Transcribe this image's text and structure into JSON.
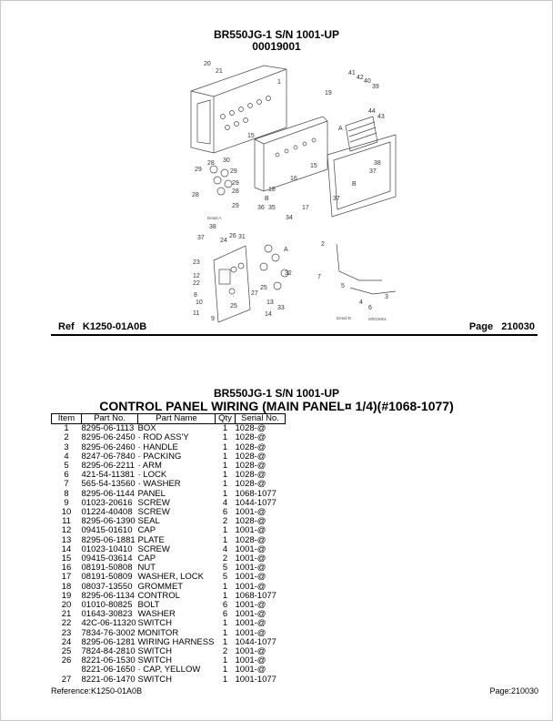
{
  "header": {
    "title": "BR550JG-1 S/N 1001-UP",
    "code": "00019001"
  },
  "diagram": {
    "callouts": [
      "1",
      "2",
      "3",
      "4",
      "5",
      "6",
      "7",
      "8",
      "9",
      "10",
      "11",
      "12",
      "13",
      "14",
      "15",
      "16",
      "17",
      "18",
      "19",
      "20",
      "21",
      "22",
      "23",
      "24",
      "25",
      "26",
      "27",
      "28",
      "29",
      "30",
      "31",
      "32",
      "33",
      "34",
      "35",
      "36",
      "37",
      "38",
      "39",
      "40",
      "41",
      "42",
      "43",
      "44",
      "A",
      "B"
    ],
    "detail_a": "Detail A",
    "detail_b": "Detail B",
    "figure_no": "00019001"
  },
  "footer_top": {
    "ref_label": "Ref",
    "ref_value": "K1250-01A0B",
    "page_label": "Page",
    "page_value": "210030"
  },
  "section": {
    "title": "BR550JG-1 S/N 1001-UP",
    "subtitle": "CONTROL PANEL WIRING (MAIN PANEL¤ 1/4)(#1068-1077)"
  },
  "table": {
    "headers": [
      "Item",
      "Part No.",
      "Part Name",
      "Qty",
      "Serial No."
    ],
    "rows": [
      [
        "1",
        "8295-06-1113",
        "BOX",
        "1",
        "1028-@"
      ],
      [
        "2",
        "8295-06-2450",
        "· ROD ASS'Y",
        "1",
        "1028-@"
      ],
      [
        "3",
        "8295-06-2460",
        "· HANDLE",
        "1",
        "1028-@"
      ],
      [
        "4",
        "8247-06-7840",
        "· PACKING",
        "1",
        "1028-@"
      ],
      [
        "5",
        "8295-06-2211",
        "· ARM",
        "1",
        "1028-@"
      ],
      [
        "6",
        "421-54-11381",
        "· LOCK",
        "1",
        "1028-@"
      ],
      [
        "7",
        "565-54-13560",
        "· WASHER",
        "1",
        "1028-@"
      ],
      [
        "8",
        "8295-06-1144",
        "PANEL",
        "1",
        "1068-1077"
      ],
      [
        "9",
        "01023-20616",
        "SCREW",
        "4",
        "1044-1077"
      ],
      [
        "10",
        "01224-40408",
        "SCREW",
        "6",
        "1001-@"
      ],
      [
        "11",
        "8295-06-1390",
        "SEAL",
        "2",
        "1028-@"
      ],
      [
        "12",
        "09415-01610",
        "CAP",
        "1",
        "1001-@"
      ],
      [
        "13",
        "8295-06-1881",
        "PLATE",
        "1",
        "1028-@"
      ],
      [
        "14",
        "01023-10410",
        "SCREW",
        "4",
        "1001-@"
      ],
      [
        "15",
        "09415-03614",
        "CAP",
        "2",
        "1001-@"
      ],
      [
        "16",
        "08191-50808",
        "NUT",
        "5",
        "1001-@"
      ],
      [
        "17",
        "08191-50809",
        "WASHER, LOCK",
        "5",
        "1001-@"
      ],
      [
        "18",
        "08037-13550",
        "GROMMET",
        "1",
        "1001-@"
      ],
      [
        "19",
        "8295-06-1134",
        "CONTROL",
        "1",
        "1068-1077"
      ],
      [
        "20",
        "01010-80825",
        "BOLT",
        "6",
        "1001-@"
      ],
      [
        "21",
        "01643-30823",
        "WASHER",
        "6",
        "1001-@"
      ],
      [
        "22",
        "42C-06-11320",
        "SWITCH",
        "1",
        "1001-@"
      ],
      [
        "23",
        "7834-76-3002",
        "MONITOR",
        "1",
        "1001-@"
      ],
      [
        "24",
        "8295-06-1281",
        "WIRING HARNESS",
        "1",
        "1044-1077"
      ],
      [
        "25",
        "7824-84-2810",
        "SWITCH",
        "2",
        "1001-@"
      ],
      [
        "26",
        "8221-06-1530",
        "SWITCH",
        "1",
        "1001-@"
      ],
      [
        "",
        "8221-06-1650",
        "· CAP, YELLOW",
        "1",
        "1001-@"
      ],
      [
        "27",
        "8221-06-1470",
        "SWITCH",
        "1",
        "1001-1077"
      ]
    ]
  },
  "footer_bottom": {
    "reference": "Reference:K1250-01A0B",
    "page": "Page:210030"
  }
}
